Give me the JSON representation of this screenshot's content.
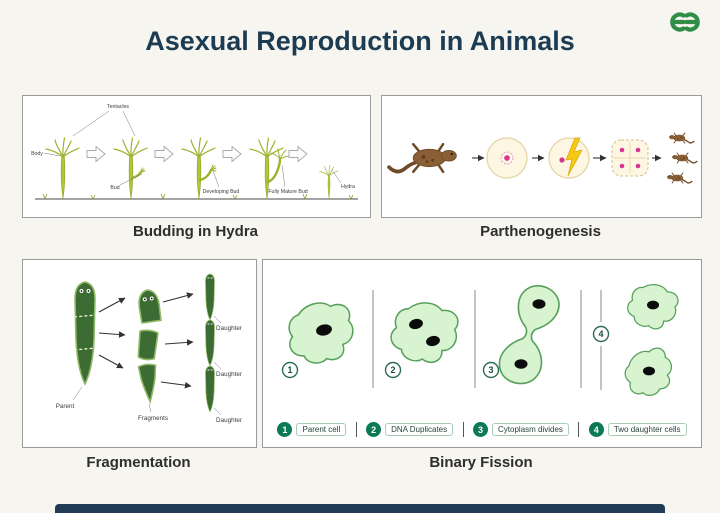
{
  "page": {
    "title": "Asexual Reproduction in Animals"
  },
  "logo": {
    "alt": "GeeksforGeeks"
  },
  "colors": {
    "brand_green": "#2f8d46",
    "title_navy": "#1b3c53",
    "legend_green": "#0c7a57",
    "amoeba_fill": "#d8f3cf",
    "amoeba_stroke": "#57a05b",
    "planaria_green": "#3c6b33",
    "hydra_green": "#b3c437",
    "lizard_brown": "#8a5f36",
    "egg_cream": "#fdf6e3",
    "nucleus_pink": "#d6368f",
    "lightning_yellow": "#f6c915",
    "bottom_bar_navy": "#223c56"
  },
  "panels": {
    "budding": {
      "caption": "Budding in Hydra",
      "labels": {
        "tentacles": "Tentacles",
        "body": "Body",
        "bud": "Bud",
        "developing_bud": "Developing Bud",
        "fully_mature_bud": "Fully Mature Bud",
        "hydra": "Hydra"
      }
    },
    "parthenogenesis": {
      "caption": "Parthenogenesis"
    },
    "fragmentation": {
      "caption": "Fragmentation",
      "labels": {
        "parent": "Parent",
        "fragments": "Fragments",
        "daughter": "Daughter"
      }
    },
    "binary_fission": {
      "caption": "Binary Fission",
      "steps": [
        {
          "num": "1",
          "label": "Parent cell"
        },
        {
          "num": "2",
          "label": "DNA Duplicates"
        },
        {
          "num": "3",
          "label": "Cytoplasm divides"
        },
        {
          "num": "4",
          "label": "Two daughter cells"
        }
      ]
    }
  }
}
